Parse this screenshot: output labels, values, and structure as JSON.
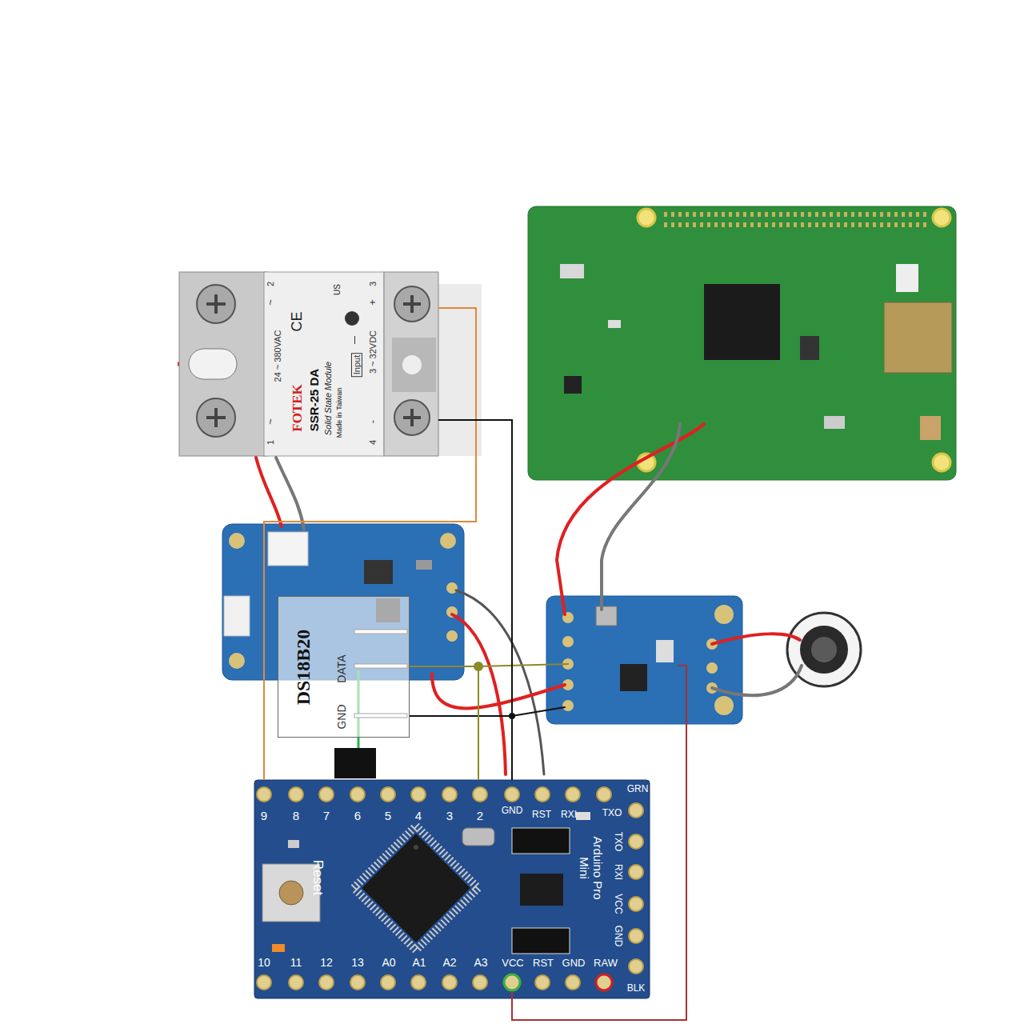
{
  "diagram": {
    "nodes": [
      {
        "text": [
          "FOTEK",
          "SSR-25 DA",
          "Solid State Module",
          "Made in Taiwan"
        ]
      },
      {
        "text": [
          "DS18B20",
          "GND",
          "DATA"
        ]
      },
      {
        "text": [
          "Arduino Pro Mini"
        ]
      }
    ],
    "edges": [
      {
        "from": 0,
        "to": 2,
        "arrow": "none"
      },
      {
        "from": 0,
        "to": 2,
        "arrow": "none"
      },
      {
        "from": 1,
        "to": 2,
        "arrow": "none"
      }
    ],
    "labels": [
      "24 ~ 380VAC",
      "3 ~ 32VDC",
      "Input",
      "1",
      "2",
      "3",
      "4",
      "~",
      "~",
      "+",
      "-",
      "CE",
      "US",
      "9",
      "8",
      "7",
      "6",
      "5",
      "4",
      "3",
      "2",
      "GND",
      "RST",
      "RXI",
      "TXO",
      "GRN",
      "TXO",
      "RXI",
      "VCC",
      "GND",
      "BLK",
      "10",
      "11",
      "12",
      "13",
      "A0",
      "A1",
      "A2",
      "A3",
      "VCC",
      "RST",
      "GND",
      "RAW",
      "Reset"
    ]
  }
}
